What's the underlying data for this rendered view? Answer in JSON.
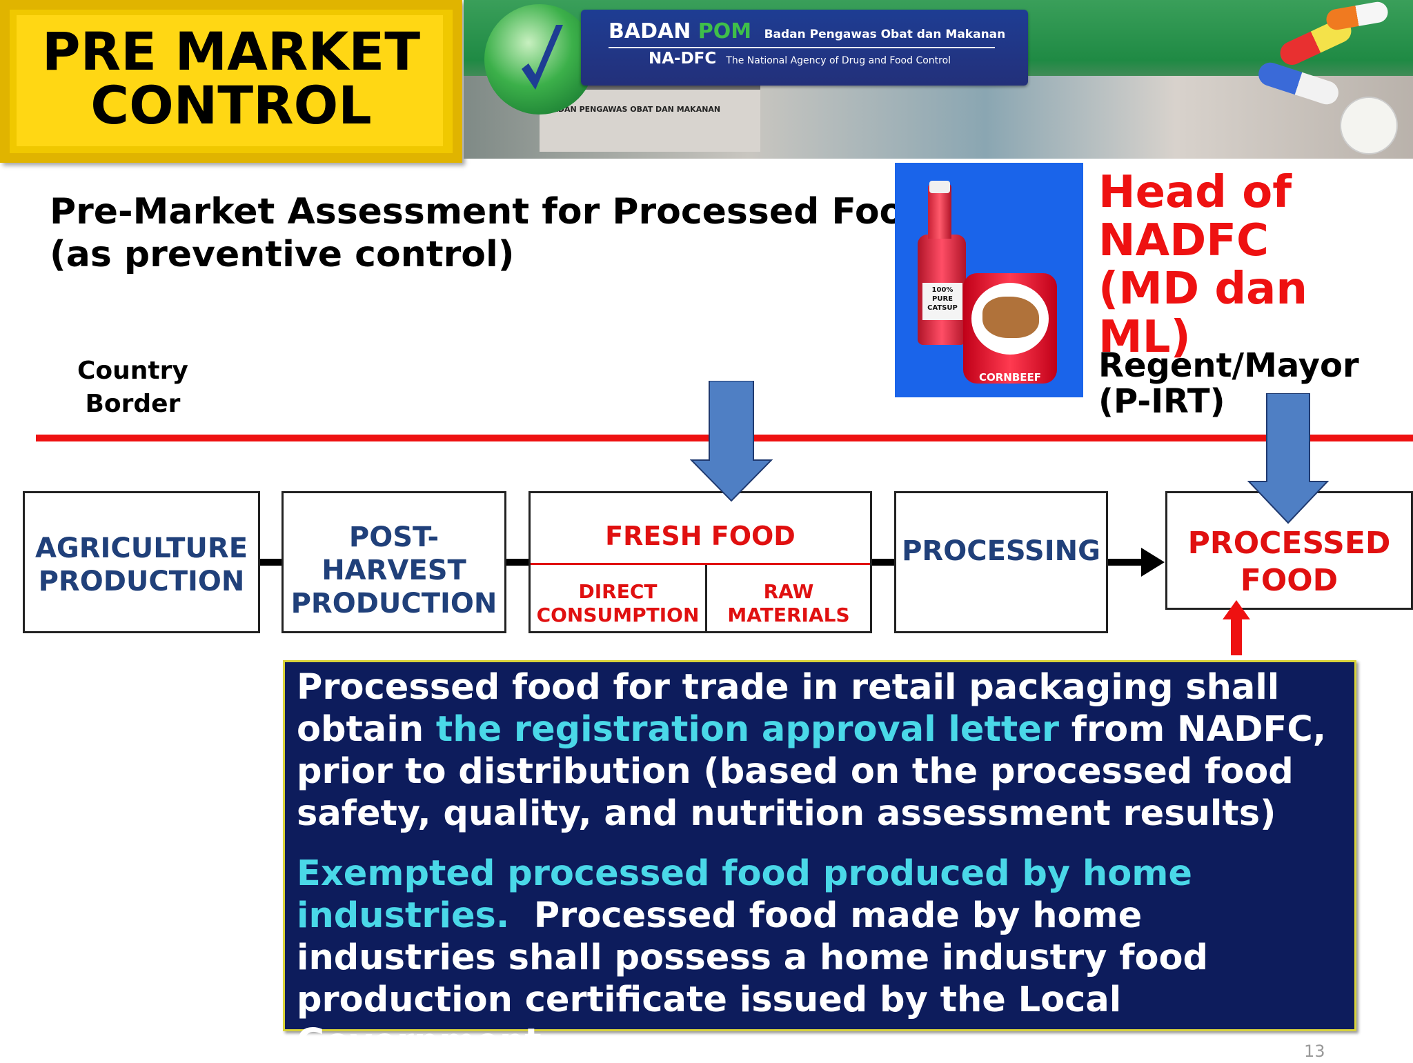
{
  "title": {
    "text": "PRE MARKET\nCONTROL"
  },
  "banner": {
    "brand_name": "BADAN",
    "brand_pom": "POM",
    "brand_full": "Badan Pengawas Obat dan Makanan",
    "agency_abbr": "NA-DFC",
    "agency_full": "The National Agency of Drug and Food Control",
    "building_sign": "BADAN PENGAWAS OBAT DAN MAKANAN"
  },
  "heading": {
    "text": "Pre-Market Assessment for Processed Food\n(as preventive control)"
  },
  "product_image": {
    "bottle_label": "100%\nPURE\nCATSUP",
    "can_label": "CORNBEEF"
  },
  "authorities": {
    "nadfc": "Head of\nNADFC\n(MD dan ML)",
    "regent": "Regent/Mayor\n(P-IRT)"
  },
  "border_label": "Country\nBorder",
  "flow": {
    "agriculture": "AGRICULTURE\nPRODUCTION",
    "post_harvest": "POST-\nHARVEST\nPRODUCTION",
    "fresh_food": "FRESH FOOD",
    "direct_consumption": "DIRECT\nCONSUMPTION",
    "raw_materials": "RAW\nMATERIALS",
    "processing": "PROCESSING",
    "processed_food": "PROCESSED\nFOOD"
  },
  "info": {
    "p1_a": "Processed food for trade in retail packaging shall obtain ",
    "p1_highlight": "the registration approval letter",
    "p1_b": " from NADFC, prior to distribution (based on the processed food safety, quality, and nutrition assessment results)",
    "p2_highlight": "Exempted processed food produced by home industries.",
    "p2_b": "  Processed food made by home industries shall possess a home industry food production certificate issued by the Local Government."
  },
  "page_number": "13",
  "colors": {
    "badge": "#ffd714",
    "red": "#ee1111",
    "blue_text": "#20407a",
    "arrow_blue": "#4f7fc4",
    "info_bg": "#0d1c5c",
    "cyan": "#4ad8e8"
  }
}
